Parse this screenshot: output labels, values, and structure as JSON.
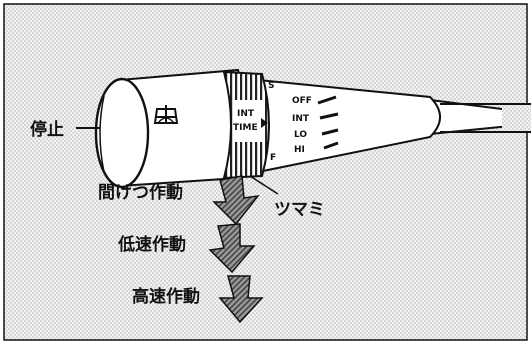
{
  "labels": {
    "stop": "停止",
    "tab": "ツマミ",
    "intermittent": "間けつ作動",
    "low_speed": "低速作動",
    "high_speed": "高速作動"
  },
  "dial": {
    "int": "INT",
    "time": "TIME",
    "s": "S",
    "f": "F"
  },
  "positions": {
    "off": "OFF",
    "int": "INT",
    "lo": "LO",
    "hi": "HI"
  },
  "colors": {
    "line": "#111111",
    "fill": "#ffffff",
    "arrow": "#666666",
    "background_pattern": "#d9d9d9"
  },
  "icons": {
    "wiper_symbol": "windshield-wiper-icon"
  }
}
